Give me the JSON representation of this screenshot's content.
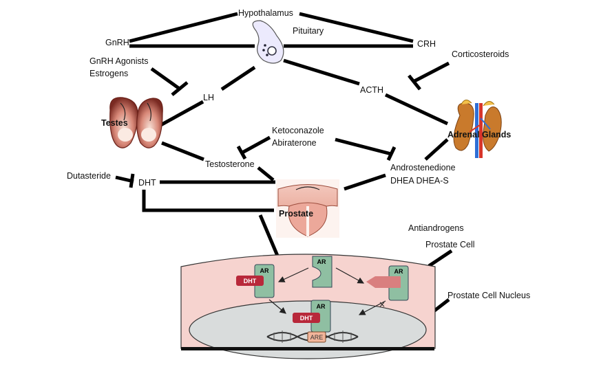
{
  "labels": {
    "hypothalamus": "Hypothalamus",
    "pituitary": "Pituitary",
    "gnrh": "GnRH",
    "crh": "CRH",
    "gnrh_agonists": "GnRH Agonists",
    "estrogens": "Estrogens",
    "corticosteroids": "Corticosteroids",
    "lh": "LH",
    "acth": "ACTH",
    "testes": "Testes",
    "adrenal_glands": "Adrenal Glands",
    "ketoconazole": "Ketoconazole",
    "abiraterone": "Abiraterone",
    "testosterone": "Testosterone",
    "androstenedione": "Androstenedione",
    "dhea": "DHEA DHEA-S",
    "dutasteride": "Dutasteride",
    "dht": "DHT",
    "prostate": "Prostate",
    "antiandrogens": "Antiandrogens",
    "prostate_cell": "Prostate Cell",
    "prostate_cell_nucleus": "Prostate Cell Nucleus"
  },
  "cell": {
    "receptor": "AR",
    "ligand": "DHT",
    "element": "ARE"
  },
  "colors": {
    "cytoplasm": "#f6d3cf",
    "nucleus": "#d9dcdc",
    "receptor": "#8fbfa2",
    "dht_badge": "#b8283a",
    "antiandrogen": "#d97f7f",
    "are_box": "#f2b59a"
  }
}
